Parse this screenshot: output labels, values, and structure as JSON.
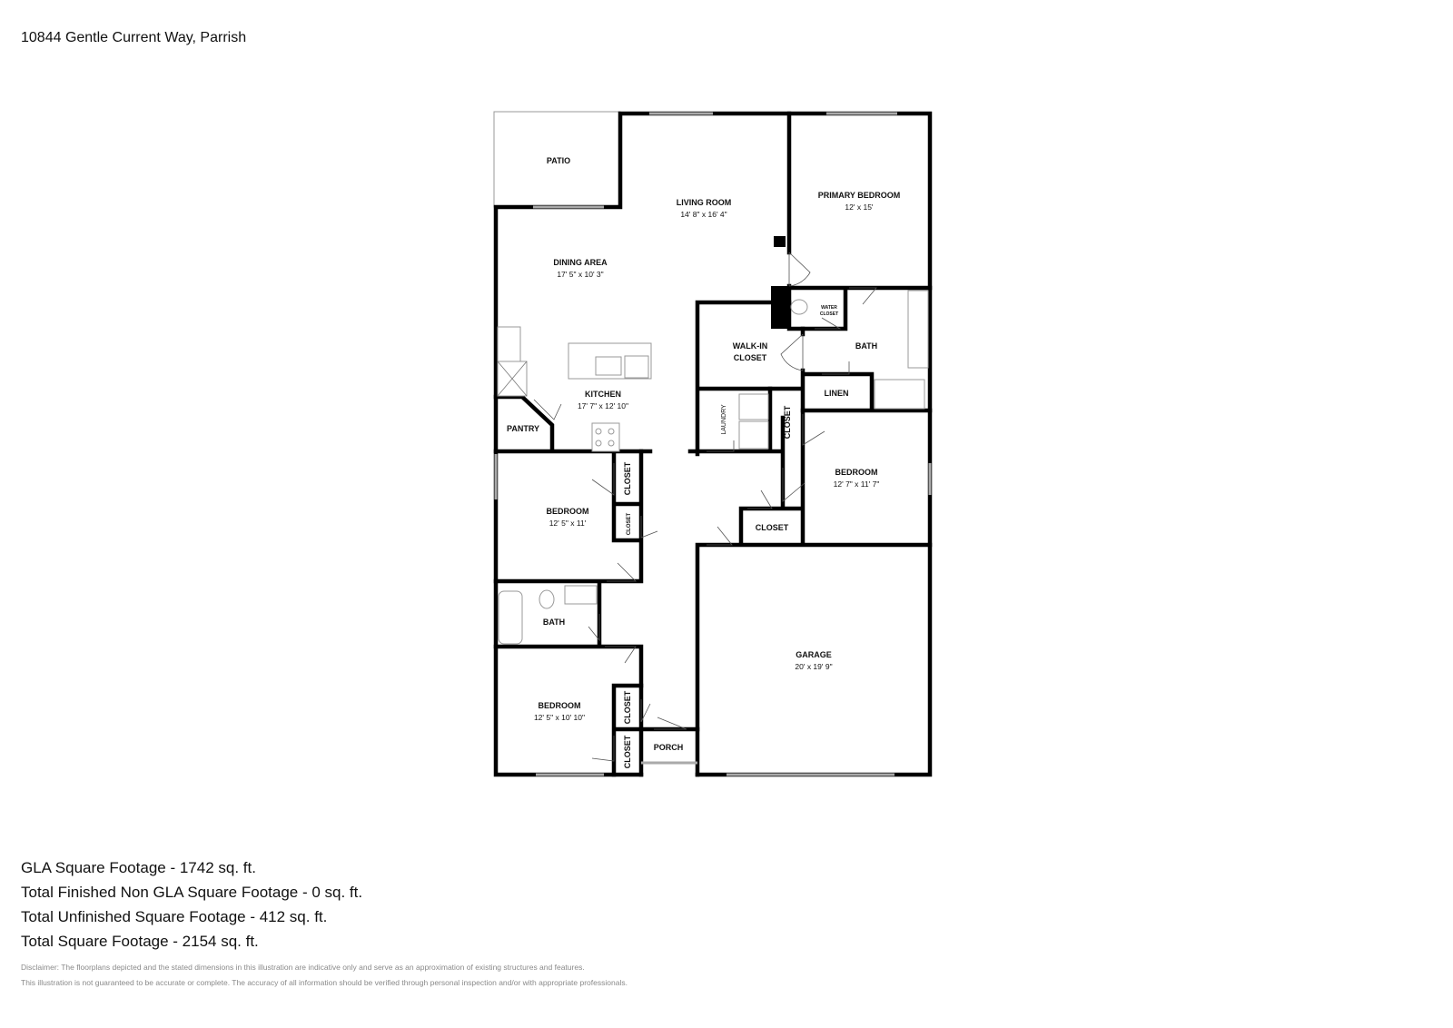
{
  "header": {
    "address": "10844 Gentle Current Way, Parrish"
  },
  "rooms": {
    "patio": {
      "name": "PATIO"
    },
    "living": {
      "name": "LIVING ROOM",
      "dim": "14' 8\" x 16' 4\""
    },
    "primary": {
      "name": "PRIMARY BEDROOM",
      "dim": "12' x 15'"
    },
    "dining": {
      "name": "DINING AREA",
      "dim": "17' 5\" x 10' 3\""
    },
    "water_closet": {
      "name1": "WATER",
      "name2": "CLOSET"
    },
    "walkin": {
      "name1": "WALK-IN",
      "name2": "CLOSET"
    },
    "bath_primary": {
      "name": "BATH"
    },
    "linen": {
      "name": "LINEN"
    },
    "kitchen": {
      "name": "KITCHEN",
      "dim": "17' 7\" x 12' 10\""
    },
    "pantry": {
      "name": "PANTRY"
    },
    "laundry": {
      "name": "LAUNDRY"
    },
    "closet_laundry": {
      "name": "CLOSET"
    },
    "bedroom_right": {
      "name": "BEDROOM",
      "dim": "12' 7\" x 11' 7\""
    },
    "closet_right": {
      "name": "CLOSET"
    },
    "bedroom_left": {
      "name": "BEDROOM",
      "dim": "12' 5\" x 11'"
    },
    "closet_left1": {
      "name": "CLOSET"
    },
    "closet_left2": {
      "name": "CLOSET"
    },
    "bath_hall": {
      "name": "BATH"
    },
    "garage": {
      "name": "GARAGE",
      "dim": "20' x 19' 9\""
    },
    "bedroom_bottom": {
      "name": "BEDROOM",
      "dim": "12' 5\" x 10' 10\""
    },
    "closet_bottom1": {
      "name": "CLOSET"
    },
    "closet_bottom2": {
      "name": "CLOSET"
    },
    "porch": {
      "name": "PORCH"
    }
  },
  "stats": {
    "gla": "GLA Square Footage - 1742 sq. ft.",
    "finished_non_gla": "Total Finished Non GLA Square Footage - 0 sq. ft.",
    "unfinished": "Total Unfinished Square Footage - 412 sq. ft.",
    "total": "Total Square Footage - 2154 sq. ft."
  },
  "disclaimer": {
    "line1": "Disclaimer: The floorplans depicted and the stated dimensions in this illustration are indicative only and serve as an approximation of existing structures and features.",
    "line2": "This illustration is not guaranteed to be accurate or complete. The accuracy of all information should be verified through personal inspection and/or with appropriate professionals."
  }
}
